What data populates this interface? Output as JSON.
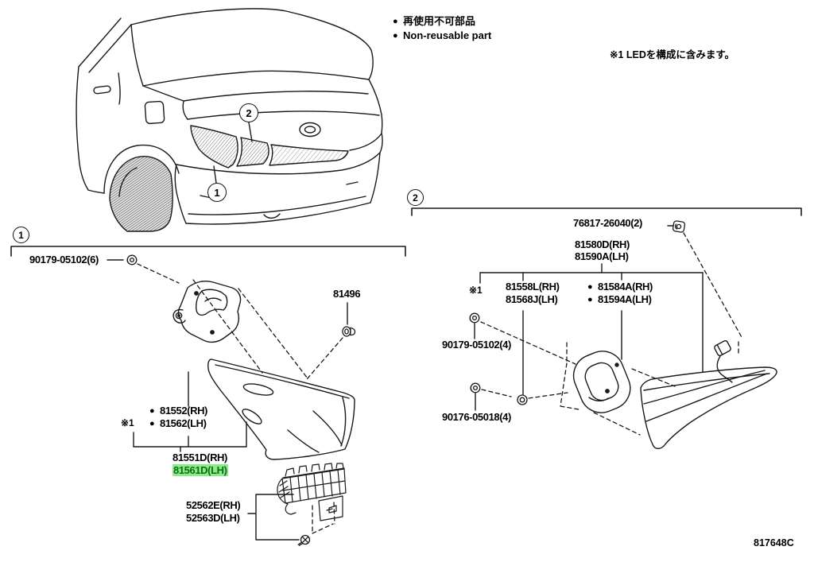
{
  "legend": {
    "bullet": "●",
    "line1_jp": "再使用不可部品",
    "line2_en": "Non-reusable part"
  },
  "note_led": "※1 LEDを構成に含みます。",
  "ref_mark": "※1",
  "callouts": {
    "one": "1",
    "two": "2"
  },
  "diagram_code": "817648C",
  "colors": {
    "highlight_bg": "#8ce98c",
    "highlight_text": "#0d6e0d",
    "line_art": "#1a1a1a"
  },
  "parts": {
    "nut_6": "90179-05102(6)",
    "clip_81496": "81496",
    "unit1_rh": "81552(RH)",
    "unit1_lh": "81562(LH)",
    "assy1_rh": "81551D(RH)",
    "assy1_lh": "81561D(LH)",
    "bracket_rh": "52562E(RH)",
    "bracket_lh": "52563D(LH)",
    "clip_2": "76817-26040(2)",
    "assy2_rh": "81580D(RH)",
    "assy2_lh": "81590A(LH)",
    "unit2_rh": "81558L(RH)",
    "unit2_lh": "81568J(LH)",
    "gasket_rh": "81584A(RH)",
    "gasket_lh": "81594A(LH)",
    "nut_4": "90179-05102(4)",
    "grommet_4": "90176-05018(4)"
  }
}
